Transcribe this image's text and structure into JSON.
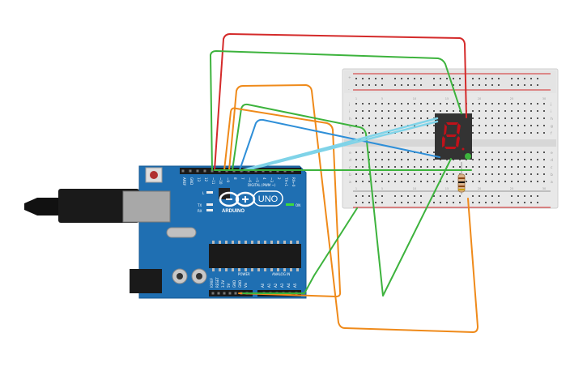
{
  "board": {
    "brand": "ARDUINO",
    "model": "UNO",
    "digital_header_label": "DIGITAL (PWM ~)",
    "power_label": "POWER",
    "analog_label": "ANALOG IN",
    "on_label": "ON",
    "l_label": "L",
    "tx_label": "TX",
    "rx_label": "RX",
    "digital_pins": [
      "AREF",
      "GND",
      "13",
      "12",
      "~11",
      "~10",
      "~9",
      "8",
      "7",
      "~6",
      "~5",
      "4",
      "~3",
      "2",
      "TX→1",
      "RX←0"
    ],
    "power_pins": [
      "IOREF",
      "RESET",
      "3.3V",
      "5V",
      "GND",
      "GND",
      "Vin"
    ],
    "analog_pins": [
      "A0",
      "A1",
      "A2",
      "A3",
      "A4",
      "A5"
    ]
  },
  "breadboard": {
    "column_numbers": [
      "1",
      "",
      "",
      "",
      "5",
      "",
      "",
      "",
      "",
      "10",
      "",
      "",
      "",
      "",
      "15",
      "",
      "",
      "",
      "",
      "20",
      "",
      "",
      "",
      "",
      "25",
      "",
      "",
      "",
      "",
      "30"
    ],
    "row_letters_top": [
      "j",
      "i",
      "h",
      "g",
      "f"
    ],
    "row_letters_bottom": [
      "e",
      "d",
      "c",
      "b",
      "a"
    ],
    "rail_plus": "+",
    "rail_minus": "-"
  },
  "display": {
    "digit": "8",
    "segment_color": "#c0121a",
    "body_color": "#333333"
  },
  "colors": {
    "board": "#1f6fb2",
    "wire_red": "#d42a2a",
    "wire_green": "#3db33d",
    "wire_orange": "#ef8a1a",
    "wire_blue": "#2f8fd8",
    "wire_lightblue": "#7fd3e8"
  }
}
